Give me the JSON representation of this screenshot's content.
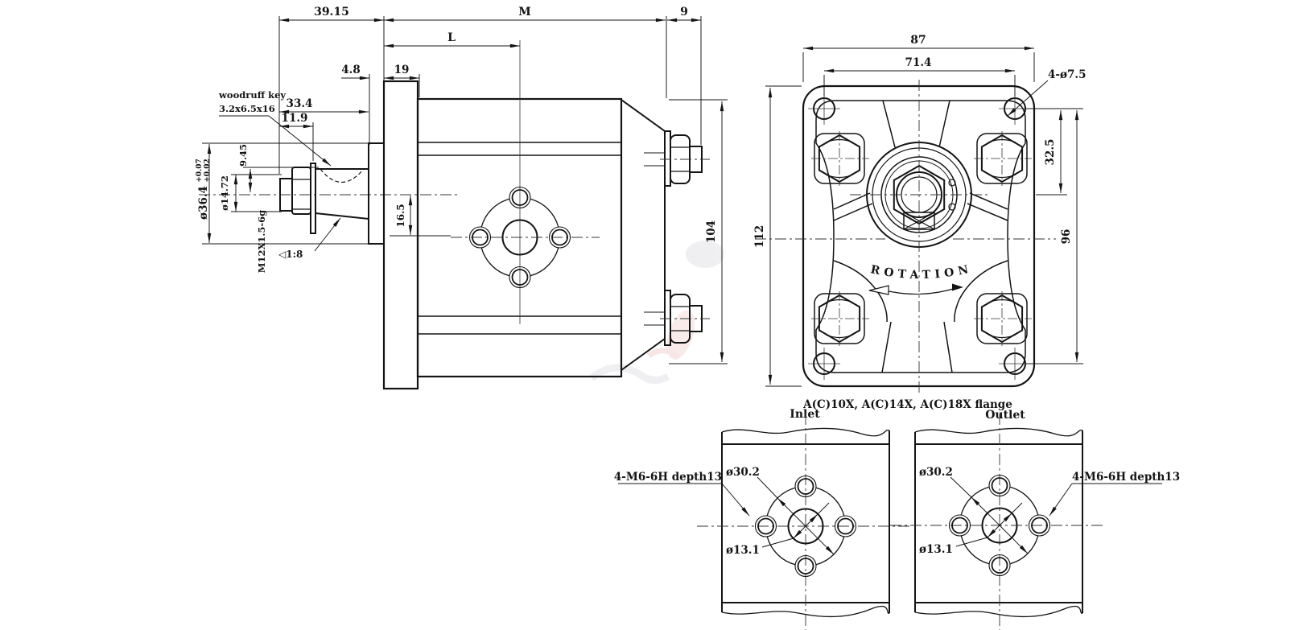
{
  "side_view": {
    "dims": {
      "shaft_to_flange": "39.15",
      "overall_M": "M",
      "rear_protrusion": "9",
      "port_position_L": "L",
      "shoulder_4_8": "4.8",
      "flange_thickness_19": "19",
      "shaft_len_33_4": "33.4",
      "shaft_len_11_9": "11.9",
      "key_height_9_45": "9.45",
      "pilot_dia": "ø36.4",
      "pilot_tol_upper": "+0.07",
      "pilot_tol_lower": "+0.02",
      "shaft_dia": "ø14.72",
      "port_offset_16_5": "16.5",
      "body_height_104": "104"
    },
    "labels": {
      "woodruff_key_line1": "woodruff key",
      "woodruff_key_line2": "3.2x6.5x16",
      "thread": "M12X1.5-6g",
      "taper": "◁1:8"
    }
  },
  "front_view": {
    "dims": {
      "flange_width_87": "87",
      "hole_spacing_71_4": "71.4",
      "corner_holes": "4-ø7.5",
      "hole_to_center_32_5": "32.5",
      "hole_spacing_96": "96",
      "flange_height_112": "112"
    },
    "labels": {
      "rotation": "ROTATION",
      "flange_note": "A(C)10X、A(C)14X、A(C)18X flange"
    }
  },
  "ports": {
    "inlet": {
      "title": "Inlet",
      "bolt_circle_dia": "ø30.2",
      "port_dia": "ø13.1",
      "thread_note": "4-M6-6H depth13"
    },
    "outlet": {
      "title": "Outlet",
      "bolt_circle_dia": "ø30.2",
      "port_dia": "ø13.1",
      "thread_note": "4-M6-6H depth13"
    }
  }
}
